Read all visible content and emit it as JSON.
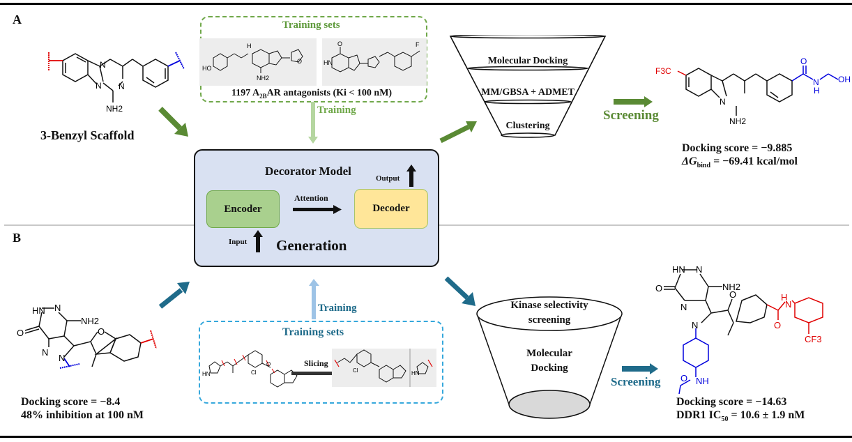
{
  "panels": {
    "a_label": "A",
    "b_label": "B"
  },
  "panel_a": {
    "scaffold_caption": "3-Benzyl Scaffold",
    "scaffold_atoms": {
      "n1": "N",
      "n2": "N",
      "n3": "N",
      "nh2": "NH2"
    },
    "training_sets": {
      "title": "Training sets",
      "caption_prefix": "1197 A",
      "caption_sub": "2B",
      "caption_suffix": "AR antagonists (Ki < 100 nM)",
      "mol1_atoms": {
        "ho": "HO",
        "h": "H",
        "n": "N",
        "nh2": "NH2",
        "o": "O"
      },
      "mol2_atoms": {
        "o": "O",
        "hn": "HN",
        "n": "N",
        "h": "H",
        "f": "F"
      }
    },
    "training_label": "Training",
    "funnel_layers": [
      "Molecular Docking",
      "MM/GBSA + ADMET",
      "Clustering"
    ],
    "screening_label": "Screening",
    "hit": {
      "f3c": "F3C",
      "n": "N",
      "nh2": "NH2",
      "o": "O",
      "nh": "N",
      "h": "H",
      "oh": "OH",
      "docking_score": "Docking score = −9.885",
      "dg_prefix": "ΔG",
      "dg_sub": "bind",
      "dg_value": " = −69.41 kcal/mol"
    },
    "colors": {
      "accent": "#5a8a34",
      "training_box": "#70a84a",
      "training_arrow": "#b5d6a0"
    }
  },
  "model": {
    "title": "Decorator Model",
    "encoder": "Encoder",
    "decoder": "Decoder",
    "attention": "Attention",
    "input": "Input",
    "output": "Output",
    "generation": "Generation",
    "colors": {
      "box": "#d9e1f2",
      "encoder": "#a9d08e",
      "decoder": "#ffe699"
    }
  },
  "panel_b": {
    "start": {
      "hn": "HN",
      "n": "N",
      "nh2": "NH2",
      "o": "O",
      "docking_score": "Docking score = −8.4",
      "inhibition": "48% inhibition at 100 nM"
    },
    "training_sets": {
      "title": "Training sets",
      "slicing": "Slicing",
      "atoms": {
        "h": "H",
        "n": "N",
        "o": "O",
        "cl": "Cl",
        "hn": "HN"
      }
    },
    "training_label": "Training",
    "funnel_top": "Kinase selectivity screening",
    "funnel_top_line1": "Kinase selectivity",
    "funnel_top_line2": "screening",
    "funnel_body_line1": "Molecular",
    "funnel_body_line2": "Docking",
    "screening_label": "Screening",
    "hit": {
      "hn": "HN",
      "n": "N",
      "nh2": "NH2",
      "o": "O",
      "h": "H",
      "nh": "NH",
      "cf3": "CF3",
      "docking_score": "Docking score = −14.63",
      "ic50_prefix": "DDR1 IC",
      "ic50_sub": "50",
      "ic50_value": " = 10.6 ± 1.9 nM"
    },
    "colors": {
      "accent": "#1f6b8a",
      "training_box": "#36a8dc",
      "training_arrow": "#9dc3e6"
    }
  }
}
